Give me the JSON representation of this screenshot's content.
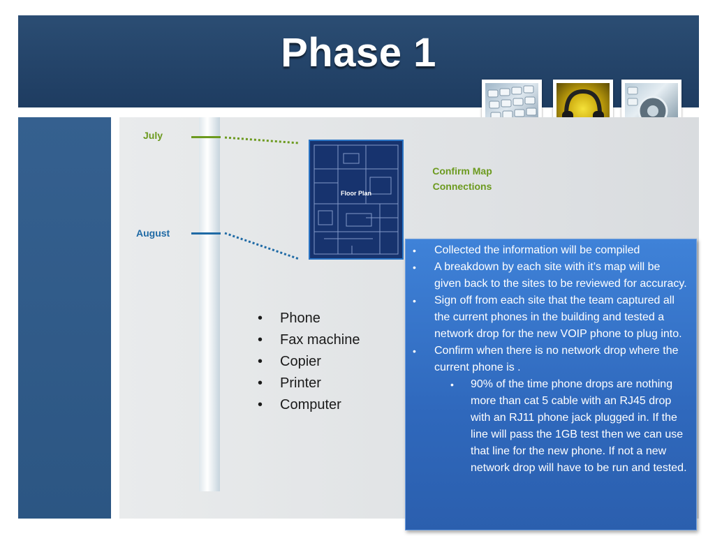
{
  "header": {
    "title": "Phase 1"
  },
  "timeline": {
    "july_label": "July",
    "august_label": "August"
  },
  "floorplan": {
    "label": "Floor Plan"
  },
  "confirm_text": "Confirm Map Connections",
  "items": [
    "Phone",
    "Fax machine",
    "Copier",
    "Printer",
    "Computer"
  ],
  "details": {
    "bullets": [
      "Collected the information will be compiled",
      "A breakdown by each site with it’s map will be given back to the sites  to be reviewed for accuracy.",
      "Sign off from each site that the team captured all the current phones in the building and tested a network drop for the new VOIP phone to plug into.",
      "Confirm when there is no network drop where the current phone is ."
    ],
    "sub_bullet": "90% of the time phone drops are nothing more than cat 5 cable with an RJ45 drop with an RJ11 phone jack plugged in. If the line will pass the 1GB test then we can use that line for the new phone. If not a new network drop will have to be run and tested."
  },
  "thumbnails": [
    "keyboard-icon",
    "headphones-icon",
    "phone-keypad-icon"
  ],
  "colors": {
    "header": "#1e3c61",
    "accent_green": "#6c9a1f",
    "accent_blue": "#1f6aa5",
    "panel": "#2c5683",
    "box": "#2f68bc"
  }
}
